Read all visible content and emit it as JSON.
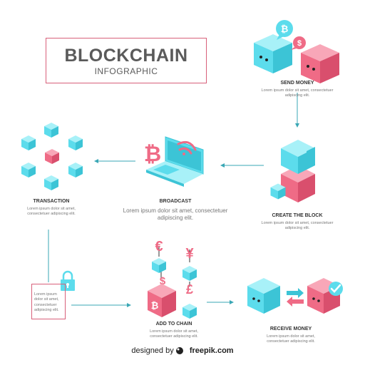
{
  "title": {
    "main": "BLOCKCHAIN",
    "sub": "INFOGRAPHIC"
  },
  "steps": {
    "send_money": {
      "title": "SEND MONEY",
      "desc1": "Lorem ipsum dolor sit amet, consectetuer",
      "desc2": "adipiscing elit."
    },
    "create_block": {
      "title": "CREATE THE BLOCK",
      "desc1": "Lorem ipsum dolor sit amet, consectetuer",
      "desc2": "adipiscing elit."
    },
    "broadcast": {
      "title": "BROADCAST",
      "desc1": "Lorem ipsum dolor sit amet, consectetuer",
      "desc2": "adipiscing elit."
    },
    "transaction": {
      "title": "TRANSACTION",
      "desc1": "Lorem ipsum dolor sit amet,",
      "desc2": "consectetuer adipiscing elit."
    },
    "add_to_chain": {
      "title": "ADD TO CHAIN",
      "desc1": "Lorem ipsum dolor sit amet,",
      "desc2": "consectetuer adipiscing elit."
    },
    "receive_money": {
      "title": "RECEIVE MONEY",
      "desc1": "Lorem ipsum dolor sit amet,",
      "desc2": "consectetuer adipiscing elit."
    }
  },
  "lock_note": {
    "line1": "Lorem ipsum",
    "line2": "dolor sit amet,",
    "line3": "consectetuer",
    "line4": "adipiscing elit."
  },
  "footer": {
    "prefix": "designed by",
    "brand": "freepik.com"
  },
  "currency_symbols": {
    "bitcoin": "₿",
    "euro": "€",
    "yen": "¥",
    "pound": "£",
    "dollar": "$"
  },
  "colors": {
    "cyan": "#5cdcec",
    "pink": "#ef6b86",
    "teal_line": "#3aa7b5",
    "frame": "#d8607a"
  },
  "icons": [
    "bitcoin-bubble-icon",
    "dollar-bubble-icon",
    "wifi-icon",
    "laptop-icon",
    "lock-icon",
    "checkmark-icon",
    "exchange-arrows-icon",
    "freepik-logo-icon"
  ]
}
